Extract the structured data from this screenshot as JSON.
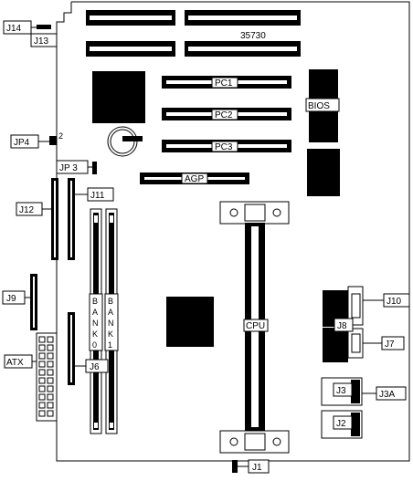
{
  "board": {
    "model": "35730",
    "slots": {
      "pci1": "PC1",
      "pci2": "PC2",
      "pci3": "PC3",
      "agp": "AGP"
    },
    "chips": {
      "bios": "BIOS",
      "cpu": "CPU"
    },
    "memory": {
      "bank0": [
        "B",
        "A",
        "N",
        "K",
        "0"
      ],
      "bank1": [
        "B",
        "A",
        "N",
        "K",
        "1"
      ]
    },
    "connectors": {
      "j14": "J14",
      "j13": "J13",
      "jp4": "JP4",
      "jp4_pin": "2",
      "jp3": "JP 3",
      "j12": "J12",
      "j11": "J11",
      "j9": "J9",
      "atx": "ATX",
      "j6": "J6",
      "j10": "J10",
      "j8": "J8",
      "j7": "J7",
      "j3": "J3",
      "j3a": "J3A",
      "j2": "J2",
      "j1": "J1"
    }
  }
}
